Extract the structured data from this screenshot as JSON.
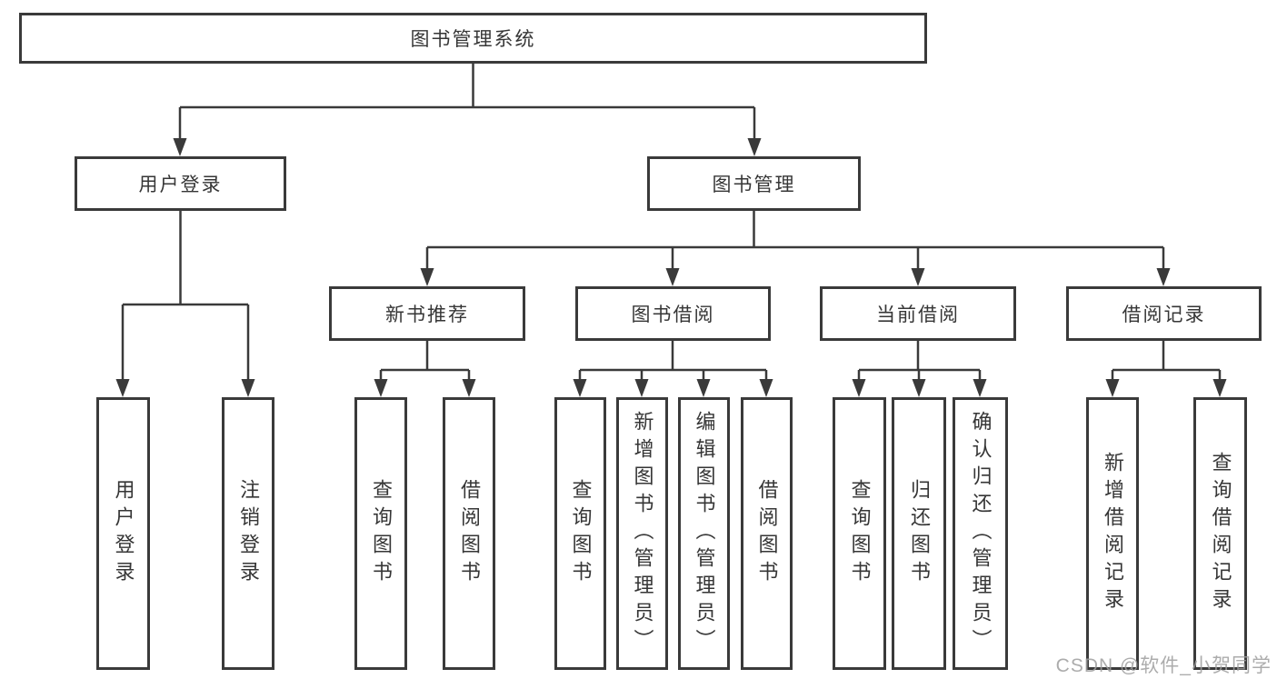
{
  "watermark": {
    "text": "CSDN @软件_小贺同学"
  },
  "colors": {
    "line": "#3a3a3a",
    "box_border": "#3a3a3a",
    "text": "#363636",
    "watermark": "#9e9e9e",
    "background": "#ffffff"
  },
  "chart_type": "tree-diagram",
  "tree": {
    "label": "图书管理系统",
    "children": [
      {
        "label": "用户登录",
        "children": [
          {
            "label": "用户登录"
          },
          {
            "label": "注销登录"
          }
        ]
      },
      {
        "label": "图书管理",
        "children": [
          {
            "label": "新书推荐",
            "children": [
              {
                "label": "查询图书"
              },
              {
                "label": "借阅图书"
              }
            ]
          },
          {
            "label": "图书借阅",
            "children": [
              {
                "label": "查询图书"
              },
              {
                "label": "新增图书（管理员）"
              },
              {
                "label": "编辑图书（管理员）"
              },
              {
                "label": "借阅图书"
              }
            ]
          },
          {
            "label": "当前借阅",
            "children": [
              {
                "label": "查询图书"
              },
              {
                "label": "归还图书"
              },
              {
                "label": "确认归还（管理员）"
              }
            ]
          },
          {
            "label": "借阅记录",
            "children": [
              {
                "label": "新增借阅记录"
              },
              {
                "label": "查询借阅记录"
              }
            ]
          }
        ]
      }
    ]
  }
}
